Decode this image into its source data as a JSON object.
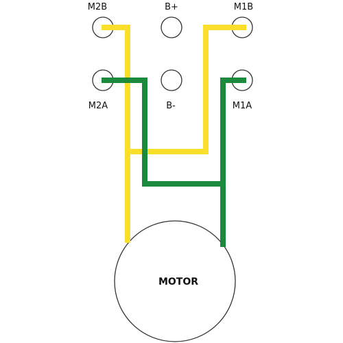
{
  "terminals": {
    "m2b": "M2B",
    "bplus": "B+",
    "m1b": "M1B",
    "m2a": "M2A",
    "bminus": "B-",
    "m1a": "M1A"
  },
  "motor": {
    "label": "MOTOR"
  },
  "colors": {
    "yellow_wire": "#FADF2A",
    "green_wire": "#1C8A3C",
    "terminal_stroke": "#333333",
    "background": "#FFFFFF"
  }
}
